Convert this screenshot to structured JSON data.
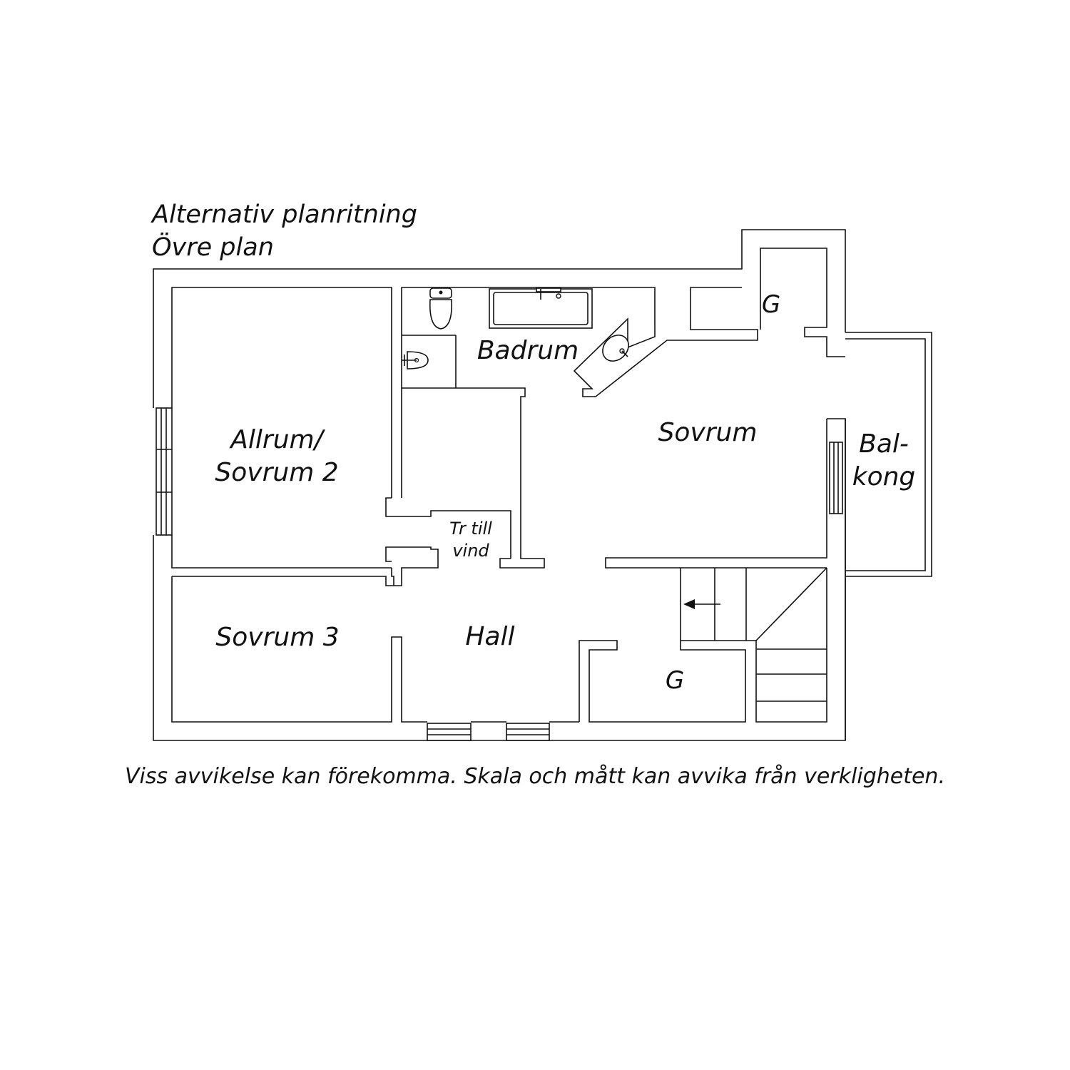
{
  "header": {
    "title": "Alternativ planritning",
    "subtitle": "Övre plan"
  },
  "rooms": {
    "allrum_line1": "Allrum/",
    "allrum_line2": "Sovrum 2",
    "badrum": "Badrum",
    "sovrum": "Sovrum",
    "balkong_line1": "Bal-",
    "balkong_line2": "kong",
    "tr_line1": "Tr till",
    "tr_line2": "vind",
    "sovrum3": "Sovrum 3",
    "hall": "Hall",
    "g_top": "G",
    "g_bottom": "G"
  },
  "footer": {
    "disclaimer": "Viss avvikelse kan förekomma. Skala och mått kan avvika från verkligheten."
  },
  "colors": {
    "line": "#111111",
    "background": "#ffffff"
  },
  "icons": [
    "toilet-icon",
    "bathtub-icon",
    "basin-icon",
    "sink-icon",
    "window-icon",
    "stair-arrow-icon"
  ]
}
